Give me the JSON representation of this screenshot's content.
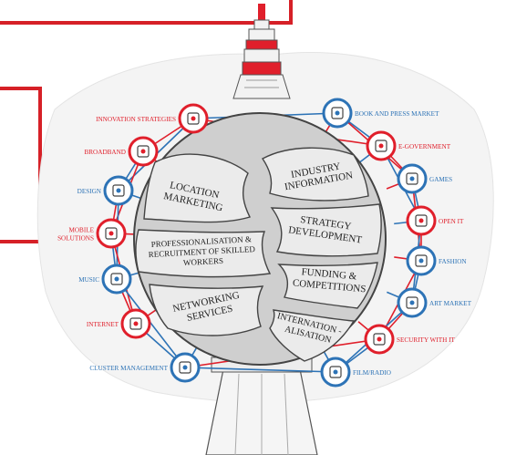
{
  "colors": {
    "red": "#e01f2b",
    "blue": "#2d73b6",
    "ink": "#3b3b3b",
    "frame": "#d62027",
    "sphere": "#c9c9c9"
  },
  "segments": {
    "location_marketing": [
      "LOCATION",
      "MARKETING"
    ],
    "industry_information": [
      "INDUSTRY",
      "INFORMATION"
    ],
    "strategy_development": [
      "STRATEGY",
      "DEVELOPMENT"
    ],
    "professionalisation": [
      "PROFESSIONALISATION &",
      "RECRUITMENT OF SKILLED",
      "WORKERS"
    ],
    "funding_competitions": [
      "FUNDING &",
      "COMPETITIONS"
    ],
    "networking_services": [
      "NETWORKING",
      "SERVICES"
    ],
    "internationalisation": [
      "INTERNATION -",
      "ALISATION"
    ]
  },
  "nodes": [
    {
      "label": "INNOVATION STRATEGIES",
      "color": "red",
      "icon": "network-icon"
    },
    {
      "label": "BROADBAND",
      "color": "red",
      "icon": "tools-icon"
    },
    {
      "label": "DESIGN",
      "color": "blue",
      "icon": "pen-icon"
    },
    {
      "label": "MOBILE\nSOLUTIONS",
      "color": "red",
      "icon": "phone-icon"
    },
    {
      "label": "MUSIC",
      "color": "blue",
      "icon": "music-note-icon"
    },
    {
      "label": "INTERNET",
      "color": "red",
      "icon": "laptop-icon"
    },
    {
      "label": "CLUSTER MANAGEMENT",
      "color": "blue",
      "icon": "cluster-icon"
    },
    {
      "label": "BOOK AND PRESS MARKET",
      "color": "blue",
      "icon": "book-icon"
    },
    {
      "label": "E-GOVERNMENT",
      "color": "red",
      "icon": "person-icon"
    },
    {
      "label": "GAMES",
      "color": "blue",
      "icon": "gamepad-icon"
    },
    {
      "label": "OPEN IT",
      "color": "red",
      "icon": "brackets-icon"
    },
    {
      "label": "FASHION",
      "color": "blue",
      "icon": "shirt-icon"
    },
    {
      "label": "ART MARKET",
      "color": "blue",
      "icon": "art-icon"
    },
    {
      "label": "SECURITY WITH IT",
      "color": "red",
      "icon": "lock-icon"
    },
    {
      "label": "FILM/RADIO",
      "color": "blue",
      "icon": "camera-icon"
    }
  ]
}
